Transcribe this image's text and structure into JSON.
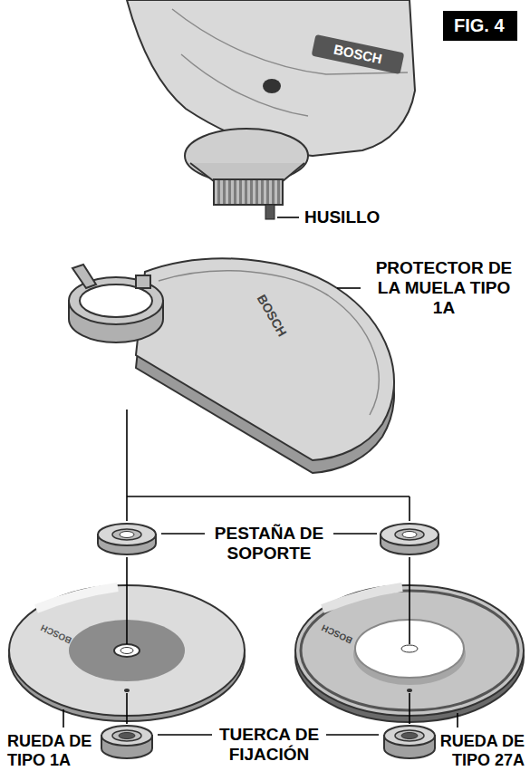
{
  "diagram": {
    "nodes": [
      {
        "text": [
          "FIG. 4"
        ]
      }
    ],
    "labels": [
      "BOSCH",
      "HUSILLO",
      "BOSCH",
      "PROTECTOR DE LA MUELA TIPO 1A",
      "PESTAÑA DE SOPORTE",
      "BOSCH",
      "BOSCH",
      "RUEDA DE TIPO 1A",
      "TUERCA DE FIJACIÓN",
      "RUEDA DE TIPO 27A"
    ]
  }
}
